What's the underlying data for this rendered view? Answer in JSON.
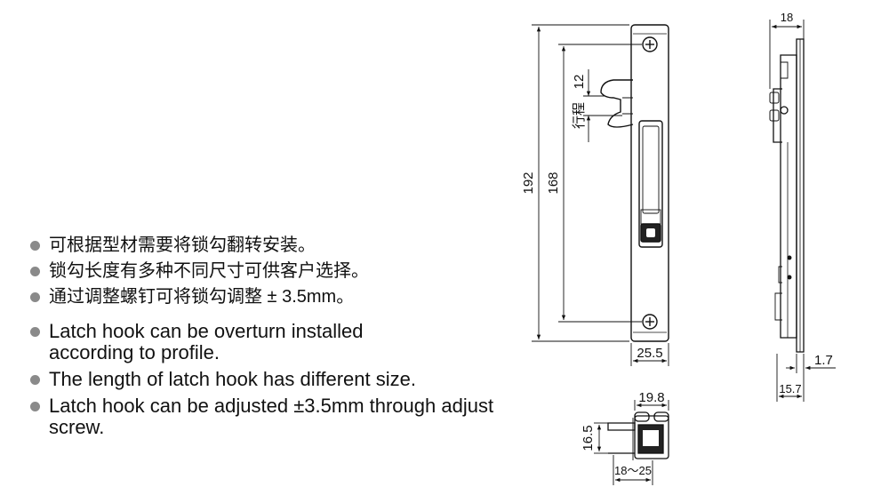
{
  "notes_zh": [
    "可根据型材需要将锁勾翻转安装。",
    "锁勾长度有多种不同尺寸可供客户选择。",
    "通过调整螺钉可将锁勾调整 ± 3.5mm。"
  ],
  "notes_en": [
    "Latch hook can be overturn installed according to profile.",
    "The length of latch hook has different size.",
    "Latch hook can be adjusted ±3.5mm through adjust screw."
  ],
  "dimensions": {
    "total_length": "192",
    "hole_pitch": "168",
    "hook_height": "12",
    "stroke_label": "行程",
    "plate_width": "25.5",
    "side_depth": "18",
    "side_thickness": "1.7",
    "side_base": "15.7",
    "bottom_width": "19.8",
    "bottom_height": "16.5",
    "bottom_range": "18～25"
  },
  "colors": {
    "line": "#111111",
    "bullet": "#8a8a8a"
  }
}
